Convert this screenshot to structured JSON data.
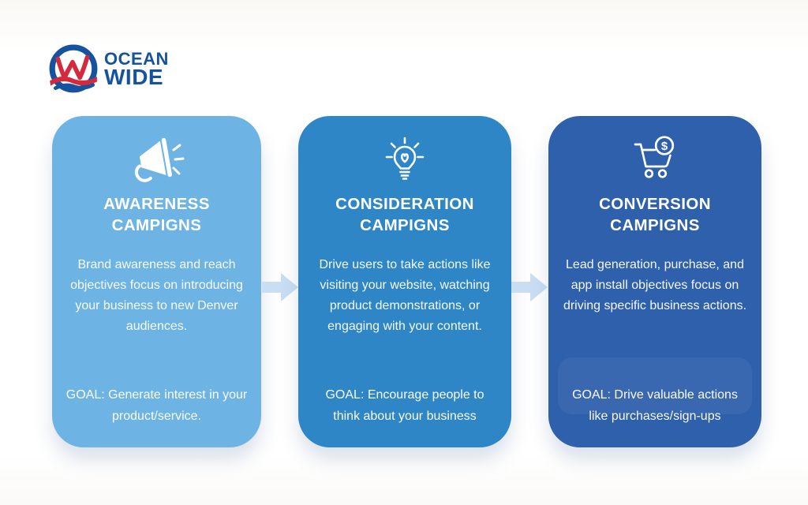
{
  "logo": {
    "line1": "OCEAN",
    "line2": "WIDE",
    "text_color": "#1553a0",
    "ring_color": "#1553a0",
    "w_color": "#d5293d",
    "wave_red": "#d5293d",
    "wave_blue": "#1553a0"
  },
  "arrow_color": "#c9def2",
  "cards": [
    {
      "id": "awareness",
      "icon": "megaphone-icon",
      "color": "#6db4e4",
      "title_line1": "AWARENESS",
      "title_line2": "CAMPIGNS",
      "body": "Brand awareness and reach objectives focus on introducing your business to new Denver audiences.",
      "goal": "GOAL: Generate interest in your product/service."
    },
    {
      "id": "consideration",
      "icon": "lightbulb-icon",
      "color": "#2e86c6",
      "title_line1": "CONSIDERATION",
      "title_line2": "CAMPIGNS",
      "body": "Drive users to take actions like visiting your website, watching product demonstrations, or engaging with your content.",
      "goal": "GOAL: Encourage people to think about your business"
    },
    {
      "id": "conversion",
      "icon": "cart-dollar-icon",
      "color": "#2f60ac",
      "title_line1": "CONVERSION",
      "title_line2": "CAMPIGNS",
      "body": "Lead generation, purchase, and app install objectives focus on driving specific business actions.",
      "goal": "GOAL: Drive valuable actions like purchases/sign-ups"
    }
  ]
}
